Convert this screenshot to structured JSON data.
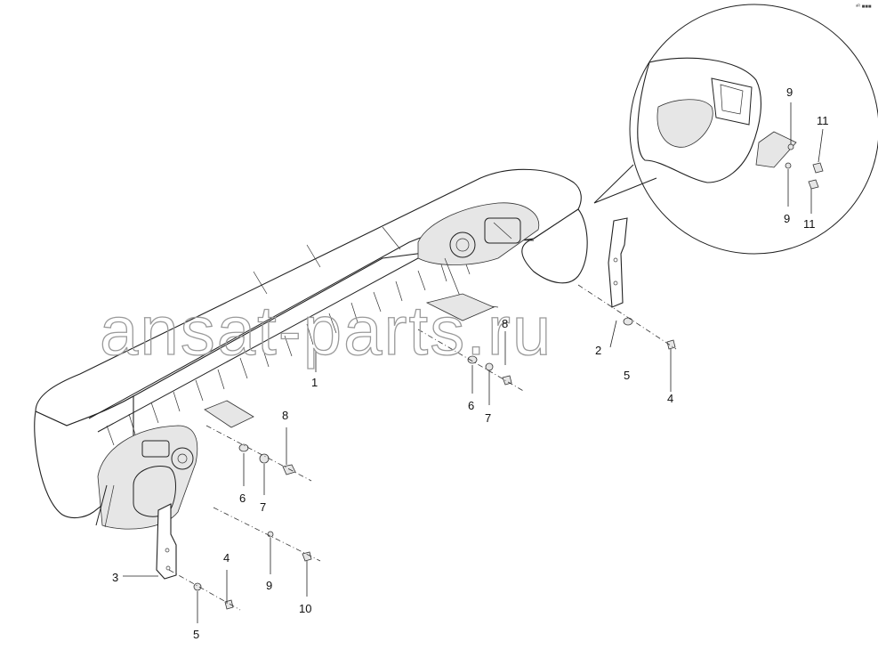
{
  "diagram": {
    "corner_mark": "ᵃᴿ ■■■",
    "watermark": "ansat-parts.ru",
    "callouts": [
      {
        "id": "c1",
        "label": "1"
      },
      {
        "id": "c2",
        "label": "2"
      },
      {
        "id": "c3",
        "label": "3"
      },
      {
        "id": "c4a",
        "label": "4"
      },
      {
        "id": "c4b",
        "label": "4"
      },
      {
        "id": "c5a",
        "label": "5"
      },
      {
        "id": "c5b",
        "label": "5"
      },
      {
        "id": "c6a",
        "label": "6"
      },
      {
        "id": "c6b",
        "label": "6"
      },
      {
        "id": "c7a",
        "label": "7"
      },
      {
        "id": "c7b",
        "label": "7"
      },
      {
        "id": "c8a",
        "label": "8"
      },
      {
        "id": "c8b",
        "label": "8"
      },
      {
        "id": "c9a",
        "label": "9"
      },
      {
        "id": "c9b",
        "label": "9"
      },
      {
        "id": "c9c",
        "label": "9"
      },
      {
        "id": "c10",
        "label": "10"
      },
      {
        "id": "c11a",
        "label": "11"
      },
      {
        "id": "c11b",
        "label": "11"
      }
    ]
  }
}
